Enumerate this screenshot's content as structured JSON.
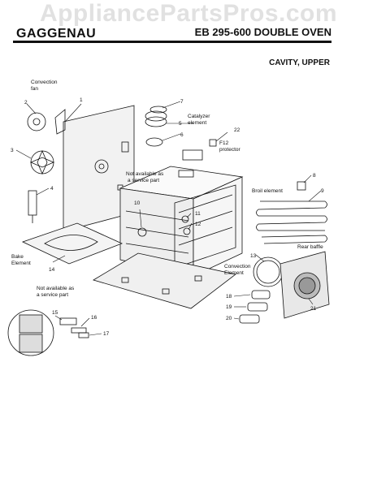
{
  "watermark": "AppliancePartsPros.com",
  "header": {
    "brand": "GAGGENAU",
    "model": "EB 295-600 DOUBLE OVEN",
    "section": "CAVITY, UPPER"
  },
  "labels": {
    "convection_fan_1": "Convection",
    "convection_fan_2": "fan",
    "catalyzer_1": "Catalyzer",
    "catalyzer_2": "element",
    "f12_1": "F12",
    "f12_2": "protector",
    "not_avail_top_1": "Not available as",
    "not_avail_top_2": "a service part",
    "broil": "Broil element",
    "rear_baffle": "Rear baffle",
    "bake_1": "Bake",
    "bake_2": "Element",
    "conv_elem_1": "Convection",
    "conv_elem_2": "Element",
    "not_avail_bot_1": "Not available as",
    "not_avail_bot_2": "a service part"
  },
  "part_numbers": [
    "1",
    "2",
    "3",
    "4",
    "5",
    "6",
    "7",
    "8",
    "9",
    "10",
    "11",
    "12",
    "13",
    "14",
    "15",
    "16",
    "17",
    "18",
    "19",
    "20",
    "21",
    "22"
  ]
}
